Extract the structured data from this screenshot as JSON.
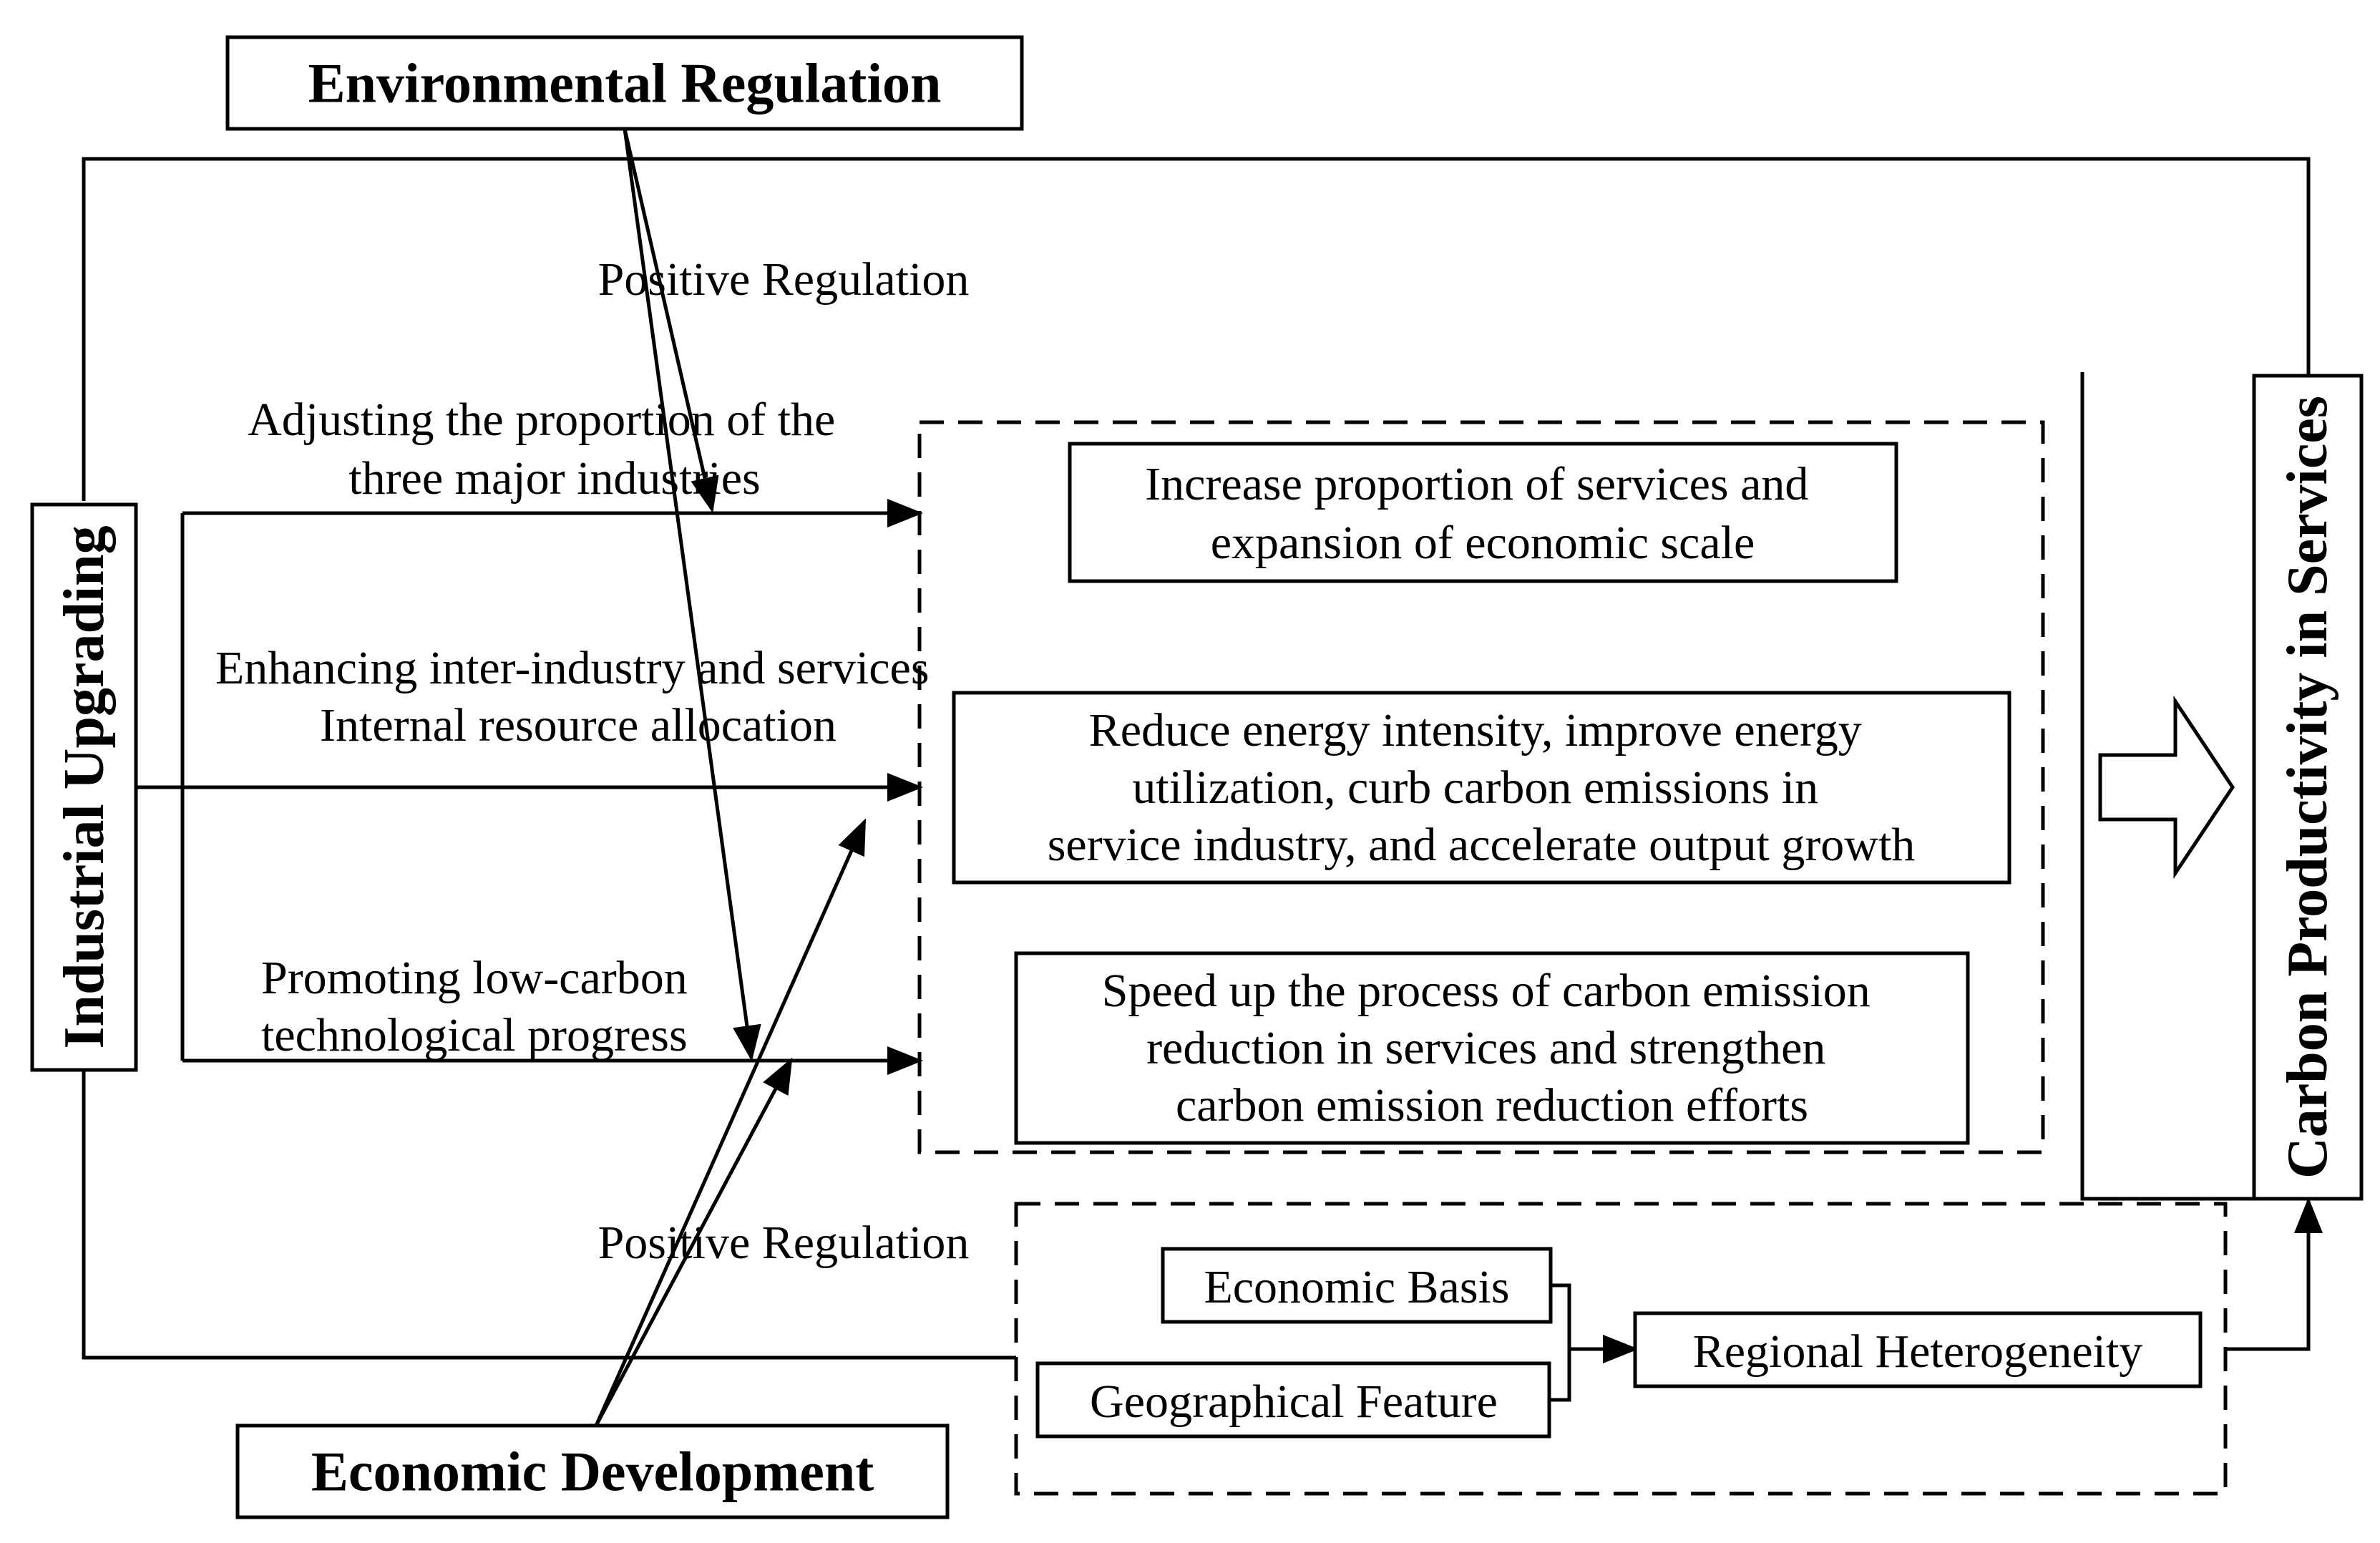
{
  "nodes": {
    "environmental_regulation": "Environmental Regulation",
    "economic_development": "Economic Development",
    "industrial_upgrading": "Industrial Upgrading",
    "carbon_productivity": "Carbon Productivity in Services",
    "regional_heterogeneity": "Regional Heterogeneity",
    "economic_basis": "Economic Basis",
    "geographical_feature": "Geographical Feature"
  },
  "paths": {
    "adjusting": [
      "Adjusting the proportion of the",
      "three major industries"
    ],
    "enhancing": [
      "Enhancing inter-industry and services",
      "Internal resource allocation"
    ],
    "promoting": [
      "Promoting low-carbon",
      "technological progress"
    ]
  },
  "effects": {
    "increase": [
      "Increase proportion of services and",
      "expansion of economic scale"
    ],
    "reduce": [
      "Reduce energy intensity, improve energy",
      "utilization, curb carbon emissions in",
      "service industry, and accelerate output growth"
    ],
    "speed": [
      "Speed up the process of carbon emission",
      "reduction in services and strengthen",
      "carbon emission reduction efforts"
    ]
  },
  "regulation": {
    "top": "Positive Regulation",
    "bottom": "Positive Regulation"
  }
}
